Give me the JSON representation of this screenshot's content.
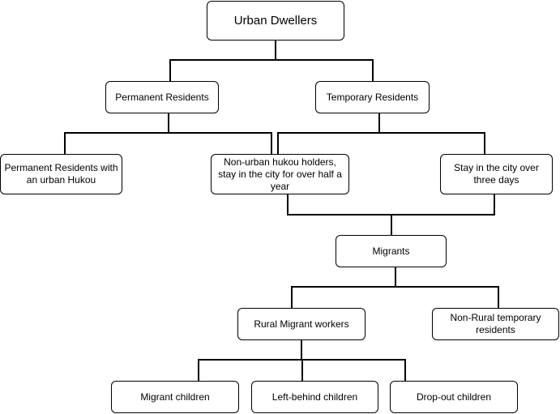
{
  "diagram": {
    "nodes": {
      "urban_dwellers": "Urban Dwellers",
      "permanent_residents": "Permanent Residents",
      "temporary_residents": "Temporary Residents",
      "permanent_urban_hukou": "Permanent Residents with an urban Hukou",
      "non_urban_hukou": "Non-urban hukou holders, stay in the city for over half a year",
      "stay_three_days": "Stay in the city over three days",
      "migrants": "Migrants",
      "rural_migrant_workers": "Rural Migrant workers",
      "non_rural_temporary": "Non-Rural temporary residents",
      "migrant_children": "Migrant children",
      "left_behind_children": "Left-behind children",
      "dropout_children": "Drop-out children"
    },
    "colors": {
      "line": "#000000",
      "box_border": "#000000",
      "box_fill": "#ffffff"
    }
  }
}
